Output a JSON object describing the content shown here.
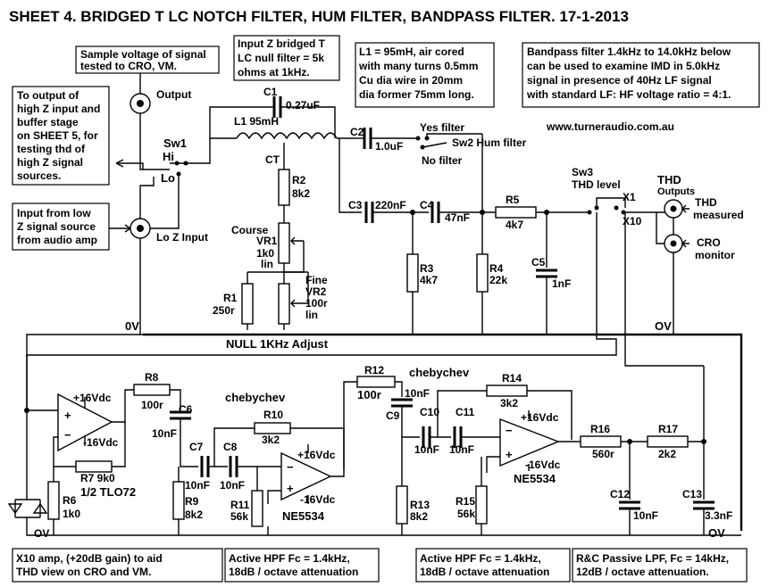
{
  "title": "SHEET 4.  BRIDGED T LC NOTCH FILTER, HUM FILTER, BANDPASS FILTER. 17-1-2013",
  "website": "www.turneraudio.com.au",
  "notes": {
    "sample": [
      "Sample voltage of signal",
      "tested to CRO, VM."
    ],
    "to_output": [
      "To output of",
      "high Z input and",
      "buffer stage",
      "on SHEET 5, for",
      "testing thd of",
      "high Z signal",
      "sources."
    ],
    "input_low": [
      "Input from low",
      "Z signal source",
      "from audio amp"
    ],
    "input_z": [
      "Input Z bridged T",
      "LC null filter = 5k",
      "ohms at 1kHz."
    ],
    "l1": [
      "L1 = 95mH, air cored",
      "with many turns 0.5mm",
      "Cu dia wire in 20mm",
      "dia former 75mm long."
    ],
    "bandpass": [
      "Bandpass filter 1.4kHz to 14.0kHz below",
      "can be used to examine IMD in 5.0kHz",
      "signal in presence of 40Hz LF signal",
      "with standard LF: HF voltage ratio = 4:1."
    ],
    "x10amp": [
      "X10 amp, (+20dB gain) to aid",
      "THD view on CRO and VM."
    ],
    "hpf1": [
      "Active HPF Fc = 1.4kHz,",
      "18dB / octave attenuation"
    ],
    "hpf2": [
      "Active HPF Fc = 1.4kHz,",
      "18dB / octave attenuation"
    ],
    "lpf": [
      "R&C Passive LPF, Fc = 14kHz,",
      "12dB / octave attenuation."
    ]
  },
  "labels": {
    "output": "Output",
    "sw1": "Sw1",
    "hi": "Hi",
    "lo": "Lo",
    "loz_input": "Lo Z Input",
    "c1": "C1",
    "c1_val": "0.27uF",
    "l1": "L1 95mH",
    "ct": "CT",
    "r2": "R2",
    "r2_val": "8k2",
    "course": "Course",
    "vr1": "VR1",
    "vr1_val": "1k0",
    "vr1_lin": "lin",
    "fine": "Fine",
    "vr2": "VR2",
    "vr2_val": "100r",
    "vr2_lin": "lin",
    "r1": "R1",
    "r1_val": "250r",
    "zero_v_left": "0V",
    "null_adjust": "NULL 1KHz Adjust",
    "c2": "C2",
    "c2_val": "1.0uF",
    "yes_filter": "Yes filter",
    "sw2": "Sw2 Hum filter",
    "no_filter": "No filter",
    "c3": "C3",
    "c3_val": "220nF",
    "c4": "C4",
    "c4_val": "47nF",
    "r5": "R5",
    "r5_val": "4k7",
    "r3": "R3",
    "r3_val": "4k7",
    "r4": "R4",
    "r4_val": "22k",
    "c5": "C5",
    "c5_val": "1nF",
    "sw3": "Sw3",
    "thd_level": "THD level",
    "x1": "X1",
    "x10": "X10",
    "thd": "THD",
    "outputs": "Outputs",
    "thd_measured": [
      "THD",
      "measured"
    ],
    "cro_monitor": [
      "CRO",
      "monitor"
    ],
    "zero_v_right": "OV",
    "r8": "R8",
    "r8_val": "100r",
    "plus16_a": "+16Vdc",
    "minus16_a": "-16Vdc",
    "r7": "R7 9k0",
    "tl072": "1/2 TLO72",
    "r6": "R6",
    "r6_val": "1k0",
    "ov_a": "OV",
    "chebychev1": "chebychev",
    "c6": "C6",
    "c6_val": "10nF",
    "r10": "R10",
    "r10_val": "3k2",
    "c7": "C7",
    "c7_val": "10nF",
    "c8": "C8",
    "c8_val": "10nF",
    "plus16_b": "+16Vdc",
    "minus16_b": "-16Vdc",
    "r9": "R9",
    "r9_val": "8k2",
    "r11": "R11",
    "r11_val": "56k",
    "ne5534_a": "NE5534",
    "r12": "R12",
    "r12_val": "100r",
    "chebychev2": "chebychev",
    "c9": "C9",
    "c9_val": "10nF",
    "c10": "C10",
    "c11": "C11",
    "c10_val": "10nF",
    "c11_val": "10nF",
    "r14": "R14",
    "r14_val": "3k2",
    "plus16_c": "+16Vdc",
    "minus16_c": "-16Vdc",
    "ne5534_b": "NE5534",
    "r13": "R13",
    "r13_val": "8k2",
    "r15": "R15",
    "r15_val": "56k",
    "r16": "R16",
    "r16_val": "560r",
    "r17": "R17",
    "r17_val": "2k2",
    "c12": "C12",
    "c12_val": "10nF",
    "c13": "C13",
    "c13_val": "3.3nF",
    "ov_b": "OV"
  }
}
